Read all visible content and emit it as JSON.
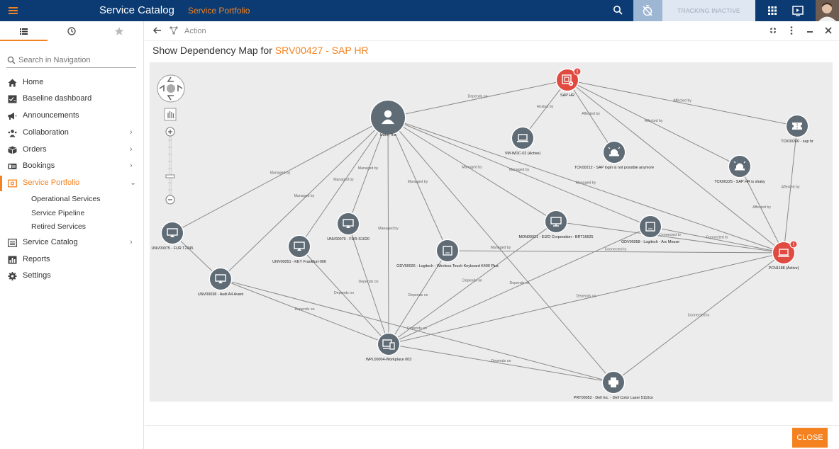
{
  "header": {
    "app_title": "Service Catalog",
    "breadcrumb": "Service Portfolio",
    "tracking_status": "TRACKING INACTIVE",
    "accent_color": "#f58220",
    "bar_color": "#0b3b72"
  },
  "sidebar": {
    "search_placeholder": "Search in Navigation",
    "items": [
      {
        "label": "Home",
        "icon": "home-icon"
      },
      {
        "label": "Baseline dashboard",
        "icon": "dashboard-icon"
      },
      {
        "label": "Announcements",
        "icon": "megaphone-icon"
      },
      {
        "label": "Collaboration",
        "icon": "people-icon"
      },
      {
        "label": "Orders",
        "icon": "box-icon"
      },
      {
        "label": "Bookings",
        "icon": "booking-icon"
      },
      {
        "label": "Service Portfolio",
        "icon": "portfolio-icon"
      },
      {
        "label": "Service Catalog",
        "icon": "list-icon"
      },
      {
        "label": "Reports",
        "icon": "chart-icon"
      },
      {
        "label": "Settings",
        "icon": "gear-icon"
      }
    ],
    "sub_items": [
      "Operational Services",
      "Service Pipeline",
      "Retired Services"
    ]
  },
  "toolbar": {
    "action_label": "Action"
  },
  "page": {
    "title_prefix": "Show Dependency Map for",
    "title_highlight": "SRV00427 - SAP HR",
    "close_label": "CLOSE"
  },
  "graph": {
    "nodes": [
      {
        "id": "sap",
        "label": "SAP HR",
        "icon": "settings-app-icon",
        "alert": true
      },
      {
        "id": "ivans",
        "label": "Ivans, Iris",
        "icon": "person-icon"
      },
      {
        "id": "vmwdc",
        "label": "VM-WDC-02 (Active)",
        "icon": "laptop-icon"
      },
      {
        "id": "tck212",
        "label": "TCK00212 - SAP login is not possible anymore",
        "icon": "alarm-icon"
      },
      {
        "id": "tck225",
        "label": "TCK00225 - SAP HR is shaky",
        "icon": "alarm-icon"
      },
      {
        "id": "tck260",
        "label": "TCK00260 - sap hr",
        "icon": "ticket-icon"
      },
      {
        "id": "pcn",
        "label": "PCN1188 (Active)",
        "icon": "laptop-icon",
        "alert": true
      },
      {
        "id": "unv75",
        "label": "UNV00075 - FUR T2245",
        "icon": "display-icon"
      },
      {
        "id": "unv51",
        "label": "UNV00051 - KEY Frankfurt-006",
        "icon": "display-icon"
      },
      {
        "id": "unv79",
        "label": "UNV00079 - FUR-S1020",
        "icon": "display-icon"
      },
      {
        "id": "unv38",
        "label": "UNV00038 - Audi A4 Avant",
        "icon": "display-icon"
      },
      {
        "id": "mon21",
        "label": "MON00021 - EIZO Corporation - BRT16625",
        "icon": "monitor-icon"
      },
      {
        "id": "gdv58",
        "label": "GDV00058 - Logitech - Arc Mouse",
        "icon": "device-icon"
      },
      {
        "id": "gdv26",
        "label": "GDV00026 - Logitech - Wireless Touch Keyboard K400 Plus",
        "icon": "device-icon"
      },
      {
        "id": "wpl",
        "label": "WPL00004-Workplace 003",
        "icon": "workplace-icon"
      },
      {
        "id": "prt",
        "label": "PRT00052 - Dell Inc. - Dell Color Laser 5110cn",
        "icon": "printer-icon"
      }
    ],
    "edges": [
      {
        "from": "ivans",
        "to": "sap",
        "label": "Depends on"
      },
      {
        "from": "sap",
        "to": "vmwdc",
        "label": "Hosted by"
      },
      {
        "from": "sap",
        "to": "tck212",
        "label": "Affected by"
      },
      {
        "from": "sap",
        "to": "tck225",
        "label": "Affected by"
      },
      {
        "from": "sap",
        "to": "tck260",
        "label": "Affected by"
      },
      {
        "from": "sap",
        "to": "pcn",
        "label": ""
      },
      {
        "from": "tck225",
        "to": "pcn",
        "label": "Affected by"
      },
      {
        "from": "tck260",
        "to": "pcn",
        "label": "Affected by"
      },
      {
        "from": "ivans",
        "to": "unv75",
        "label": "Managed by"
      },
      {
        "from": "ivans",
        "to": "unv38",
        "label": "Managed by"
      },
      {
        "from": "ivans",
        "to": "unv51",
        "label": "Managed by"
      },
      {
        "from": "ivans",
        "to": "unv79",
        "label": "Managed by"
      },
      {
        "from": "ivans",
        "to": "wpl",
        "label": "Managed by"
      },
      {
        "from": "ivans",
        "to": "gdv26",
        "label": "Managed by"
      },
      {
        "from": "ivans",
        "to": "mon21",
        "label": "Managed by"
      },
      {
        "from": "ivans",
        "to": "gdv58",
        "label": "Managed by"
      },
      {
        "from": "ivans",
        "to": "pcn",
        "label": "Managed by"
      },
      {
        "from": "ivans",
        "to": "prt",
        "label": "Managed by"
      },
      {
        "from": "unv75",
        "to": "unv38",
        "label": ""
      },
      {
        "from": "unv38",
        "to": "wpl",
        "label": "Depends on"
      },
      {
        "from": "unv38",
        "to": "prt",
        "label": "Depends on"
      },
      {
        "from": "unv51",
        "to": "wpl",
        "label": "Depends on"
      },
      {
        "from": "unv79",
        "to": "wpl",
        "label": "Depends on"
      },
      {
        "from": "gdv26",
        "to": "wpl",
        "label": "Depends on"
      },
      {
        "from": "mon21",
        "to": "wpl",
        "label": "Depends on"
      },
      {
        "from": "gdv58",
        "to": "wpl",
        "label": "Depends on"
      },
      {
        "from": "pcn",
        "to": "wpl",
        "label": "Depends on"
      },
      {
        "from": "wpl",
        "to": "prt",
        "label": "Depends on"
      },
      {
        "from": "gdv26",
        "to": "pcn",
        "label": "Connected to"
      },
      {
        "from": "mon21",
        "to": "pcn",
        "label": "Connected to"
      },
      {
        "from": "gdv58",
        "to": "pcn",
        "label": "Connected to"
      },
      {
        "from": "prt",
        "to": "pcn",
        "label": "Connected to"
      }
    ]
  }
}
